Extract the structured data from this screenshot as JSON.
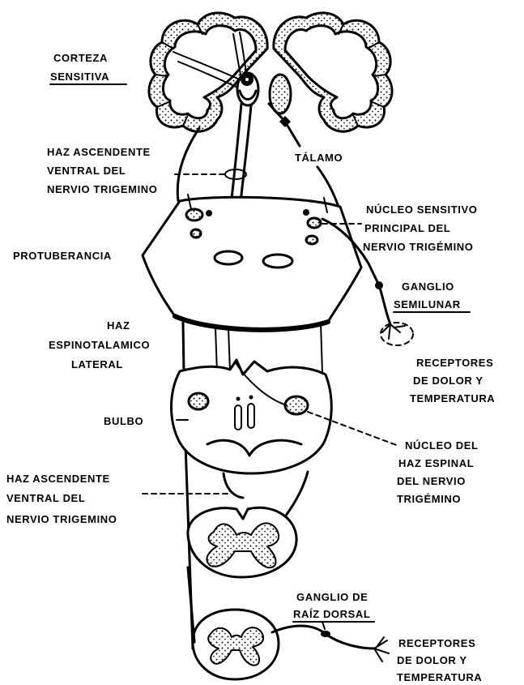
{
  "labels": {
    "corteza_sensitiva": [
      "CORTEZA",
      "SENSITIVA"
    ],
    "talamo": [
      "TÁLAMO"
    ],
    "haz_ascendente_superior": [
      "HAZ ASCENDENTE",
      "VENTRAL DEL",
      "NERVIO TRIGEMINO"
    ],
    "nucleo_sensitivo_principal": [
      "NÚCLEO SENSITIVO",
      "PRINCIPAL DEL",
      "NERVIO TRIGÉMINO"
    ],
    "protuberancia": [
      "PROTUBERANCIA"
    ],
    "ganglio_semilunar": [
      "GANGLIO",
      "SEMILUNAR"
    ],
    "haz_espinotalamico_lateral": [
      "HAZ",
      "ESPINOTALAMICO",
      "LATERAL"
    ],
    "receptores_superior": [
      "RECEPTORES",
      "DE DOLOR Y",
      "TEMPERATURA"
    ],
    "bulbo": [
      "BULBO"
    ],
    "nucleo_haz_espinal": [
      "NÚCLEO DEL",
      "HAZ ESPINAL",
      "DEL NERVIO",
      "TRIGÉMINO"
    ],
    "haz_ascendente_inferior": [
      "HAZ ASCENDENTE",
      "VENTRAL DEL",
      "NERVIO TRIGEMINO"
    ],
    "ganglio_raiz_dorsal": [
      "GANGLIO DE",
      "RAÍZ DORSAL"
    ],
    "receptores_inferior": [
      "RECEPTORES",
      "DE DOLOR Y",
      "TEMPERATURA"
    ]
  },
  "colors": {
    "ink": "#000000",
    "paper": "#ffffff"
  }
}
